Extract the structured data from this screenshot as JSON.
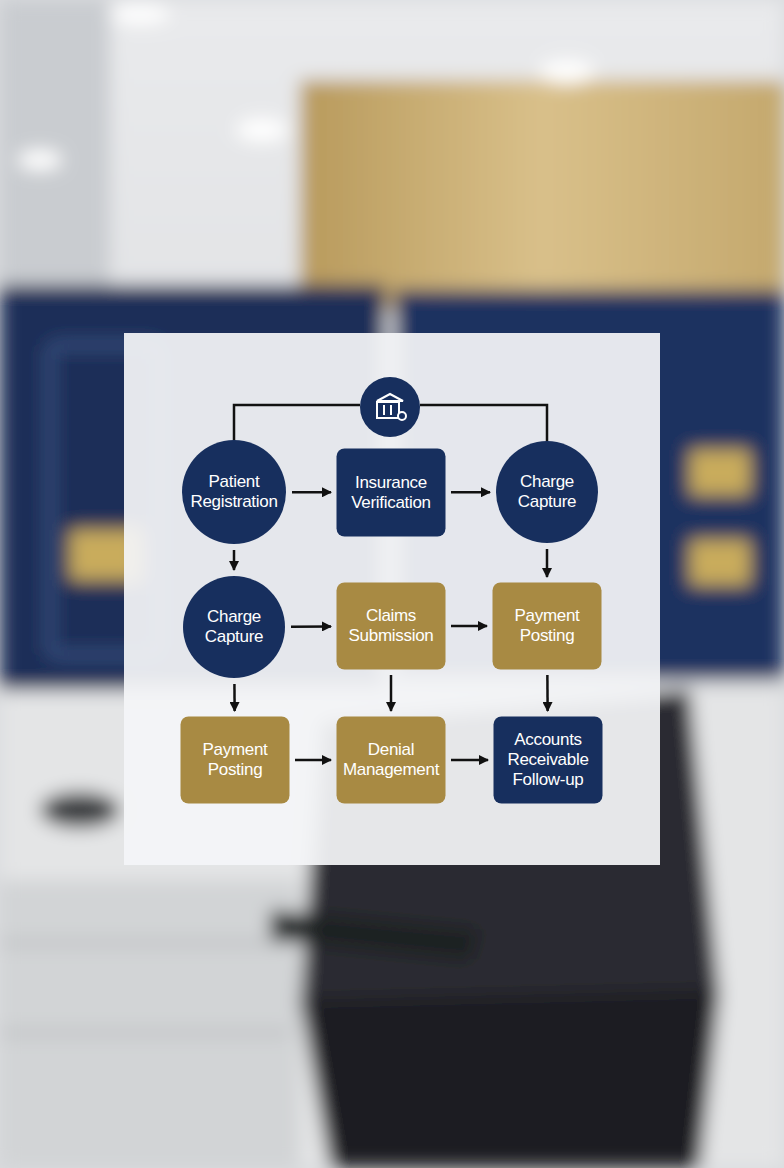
{
  "diagram": {
    "nodes": [
      {
        "text": [
          "Patient Registration"
        ]
      },
      {
        "text": [
          "Insurance Verification"
        ]
      },
      {
        "text": [
          "Charge Capture"
        ]
      },
      {
        "text": [
          "Charge Capture"
        ]
      },
      {
        "text": [
          "Claims Submission"
        ]
      },
      {
        "text": [
          "Payment Posting"
        ]
      },
      {
        "text": [
          "Payment Posting"
        ]
      },
      {
        "text": [
          "Denial Management"
        ]
      },
      {
        "text": [
          "Accounts Receivable Follow-up"
        ]
      }
    ],
    "edges": [
      {
        "from": 0,
        "to": 1,
        "arrow": "to"
      },
      {
        "from": 1,
        "to": 2,
        "arrow": "to"
      },
      {
        "from": 0,
        "to": 3,
        "arrow": "to"
      },
      {
        "from": 2,
        "to": 5,
        "arrow": "to"
      },
      {
        "from": 3,
        "to": 4,
        "arrow": "to"
      },
      {
        "from": 4,
        "to": 5,
        "arrow": "to"
      },
      {
        "from": 3,
        "to": 6,
        "arrow": "to"
      },
      {
        "from": 4,
        "to": 7,
        "arrow": "to"
      },
      {
        "from": 5,
        "to": 8,
        "arrow": "to"
      },
      {
        "from": 6,
        "to": 7,
        "arrow": "to"
      },
      {
        "from": 7,
        "to": 8,
        "arrow": "to"
      }
    ]
  }
}
